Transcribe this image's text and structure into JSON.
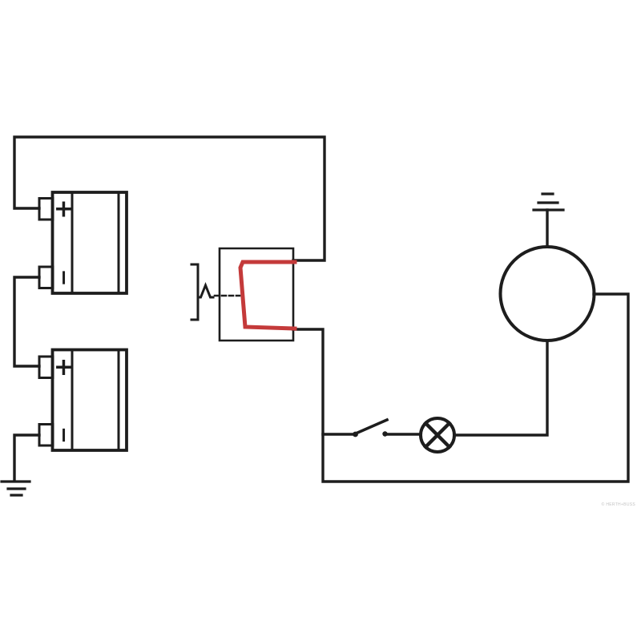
{
  "diagram": {
    "type": "automotive-wiring-diagram",
    "background": "#ffffff",
    "colors": {
      "line": "#1d1d1d",
      "accent": "#c43a3a",
      "watermark": "#c3c3c3"
    },
    "watermark": "© HERTH+BUSS",
    "components": {
      "battery_1": {
        "label": "battery upper",
        "positive": "+",
        "negative": "−"
      },
      "battery_2": {
        "label": "battery lower",
        "positive": "+",
        "negative": "−"
      },
      "relay": {
        "label": "relay changeover contact (highlighted)",
        "highlight_color": "#c43a3a"
      },
      "actuator": {
        "label": "mechanical actuator linkage"
      },
      "switch": {
        "label": "switch (open)"
      },
      "lamp": {
        "label": "indicator lamp"
      },
      "motor": {
        "label": "motor / generator"
      },
      "ground_left": {
        "label": "ground (chassis)"
      },
      "ground_right": {
        "label": "ground (chassis)"
      }
    }
  }
}
